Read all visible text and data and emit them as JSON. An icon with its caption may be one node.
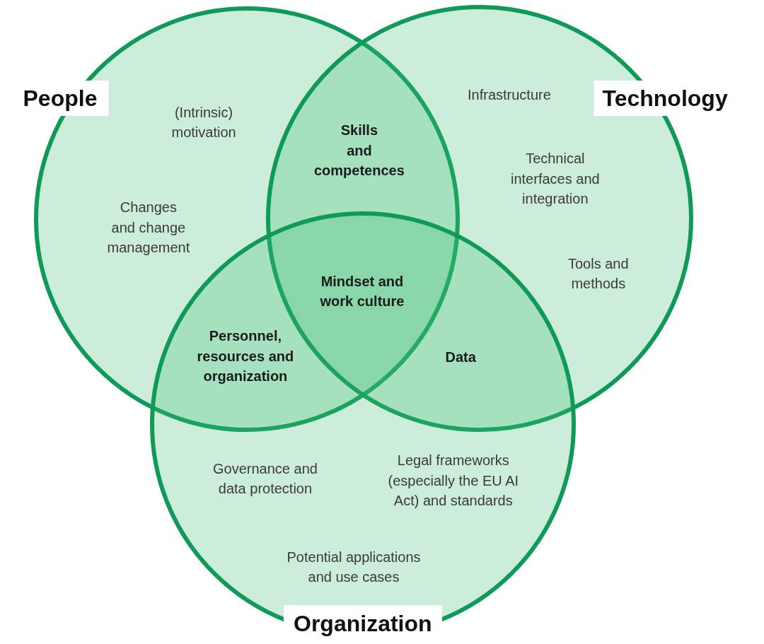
{
  "diagram": {
    "nodes": [
      {
        "text": [
          "People",
          "(Intrinsic) motivation",
          "Changes and change management"
        ]
      },
      {
        "text": [
          "Technology",
          "Infrastructure",
          "Technical interfaces and integration",
          "Tools and methods"
        ]
      },
      {
        "text": [
          "Organization",
          "Governance and data protection",
          "Legal frameworks (especially the EU AI Act) and standards",
          "Potential applications and use cases"
        ]
      },
      {
        "text": [
          "Skills and competences"
        ]
      },
      {
        "text": [
          "Mindset and work culture"
        ]
      },
      {
        "text": [
          "Personnel, resources and organization"
        ]
      },
      {
        "text": [
          "Data"
        ]
      }
    ]
  }
}
